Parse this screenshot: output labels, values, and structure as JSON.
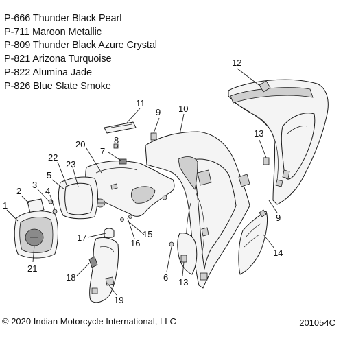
{
  "paint_codes": [
    "P-666 Thunder Black Pearl",
    "P-711 Maroon Metallic",
    "P-809 Thunder Black Azure Crystal",
    "P-821 Arizona Turquoise",
    "P-822 Alumina Jade",
    "P-826 Blue Slate Smoke"
  ],
  "callouts": {
    "c1": "1",
    "c2": "2",
    "c3": "3",
    "c4": "4",
    "c5": "5",
    "c6": "6",
    "c7": "7",
    "c8": "8",
    "c9a": "9",
    "c9b": "9",
    "c10": "10",
    "c11": "11",
    "c12": "12",
    "c13a": "13",
    "c13b": "13",
    "c14": "14",
    "c15": "15",
    "c16": "16",
    "c17": "17",
    "c18": "18",
    "c19": "19",
    "c20": "20",
    "c21": "21",
    "c22": "22",
    "c23": "23"
  },
  "footer": {
    "copyright": "© 2020 Indian Motorcycle International, LLC",
    "figure_code": "201054C"
  }
}
